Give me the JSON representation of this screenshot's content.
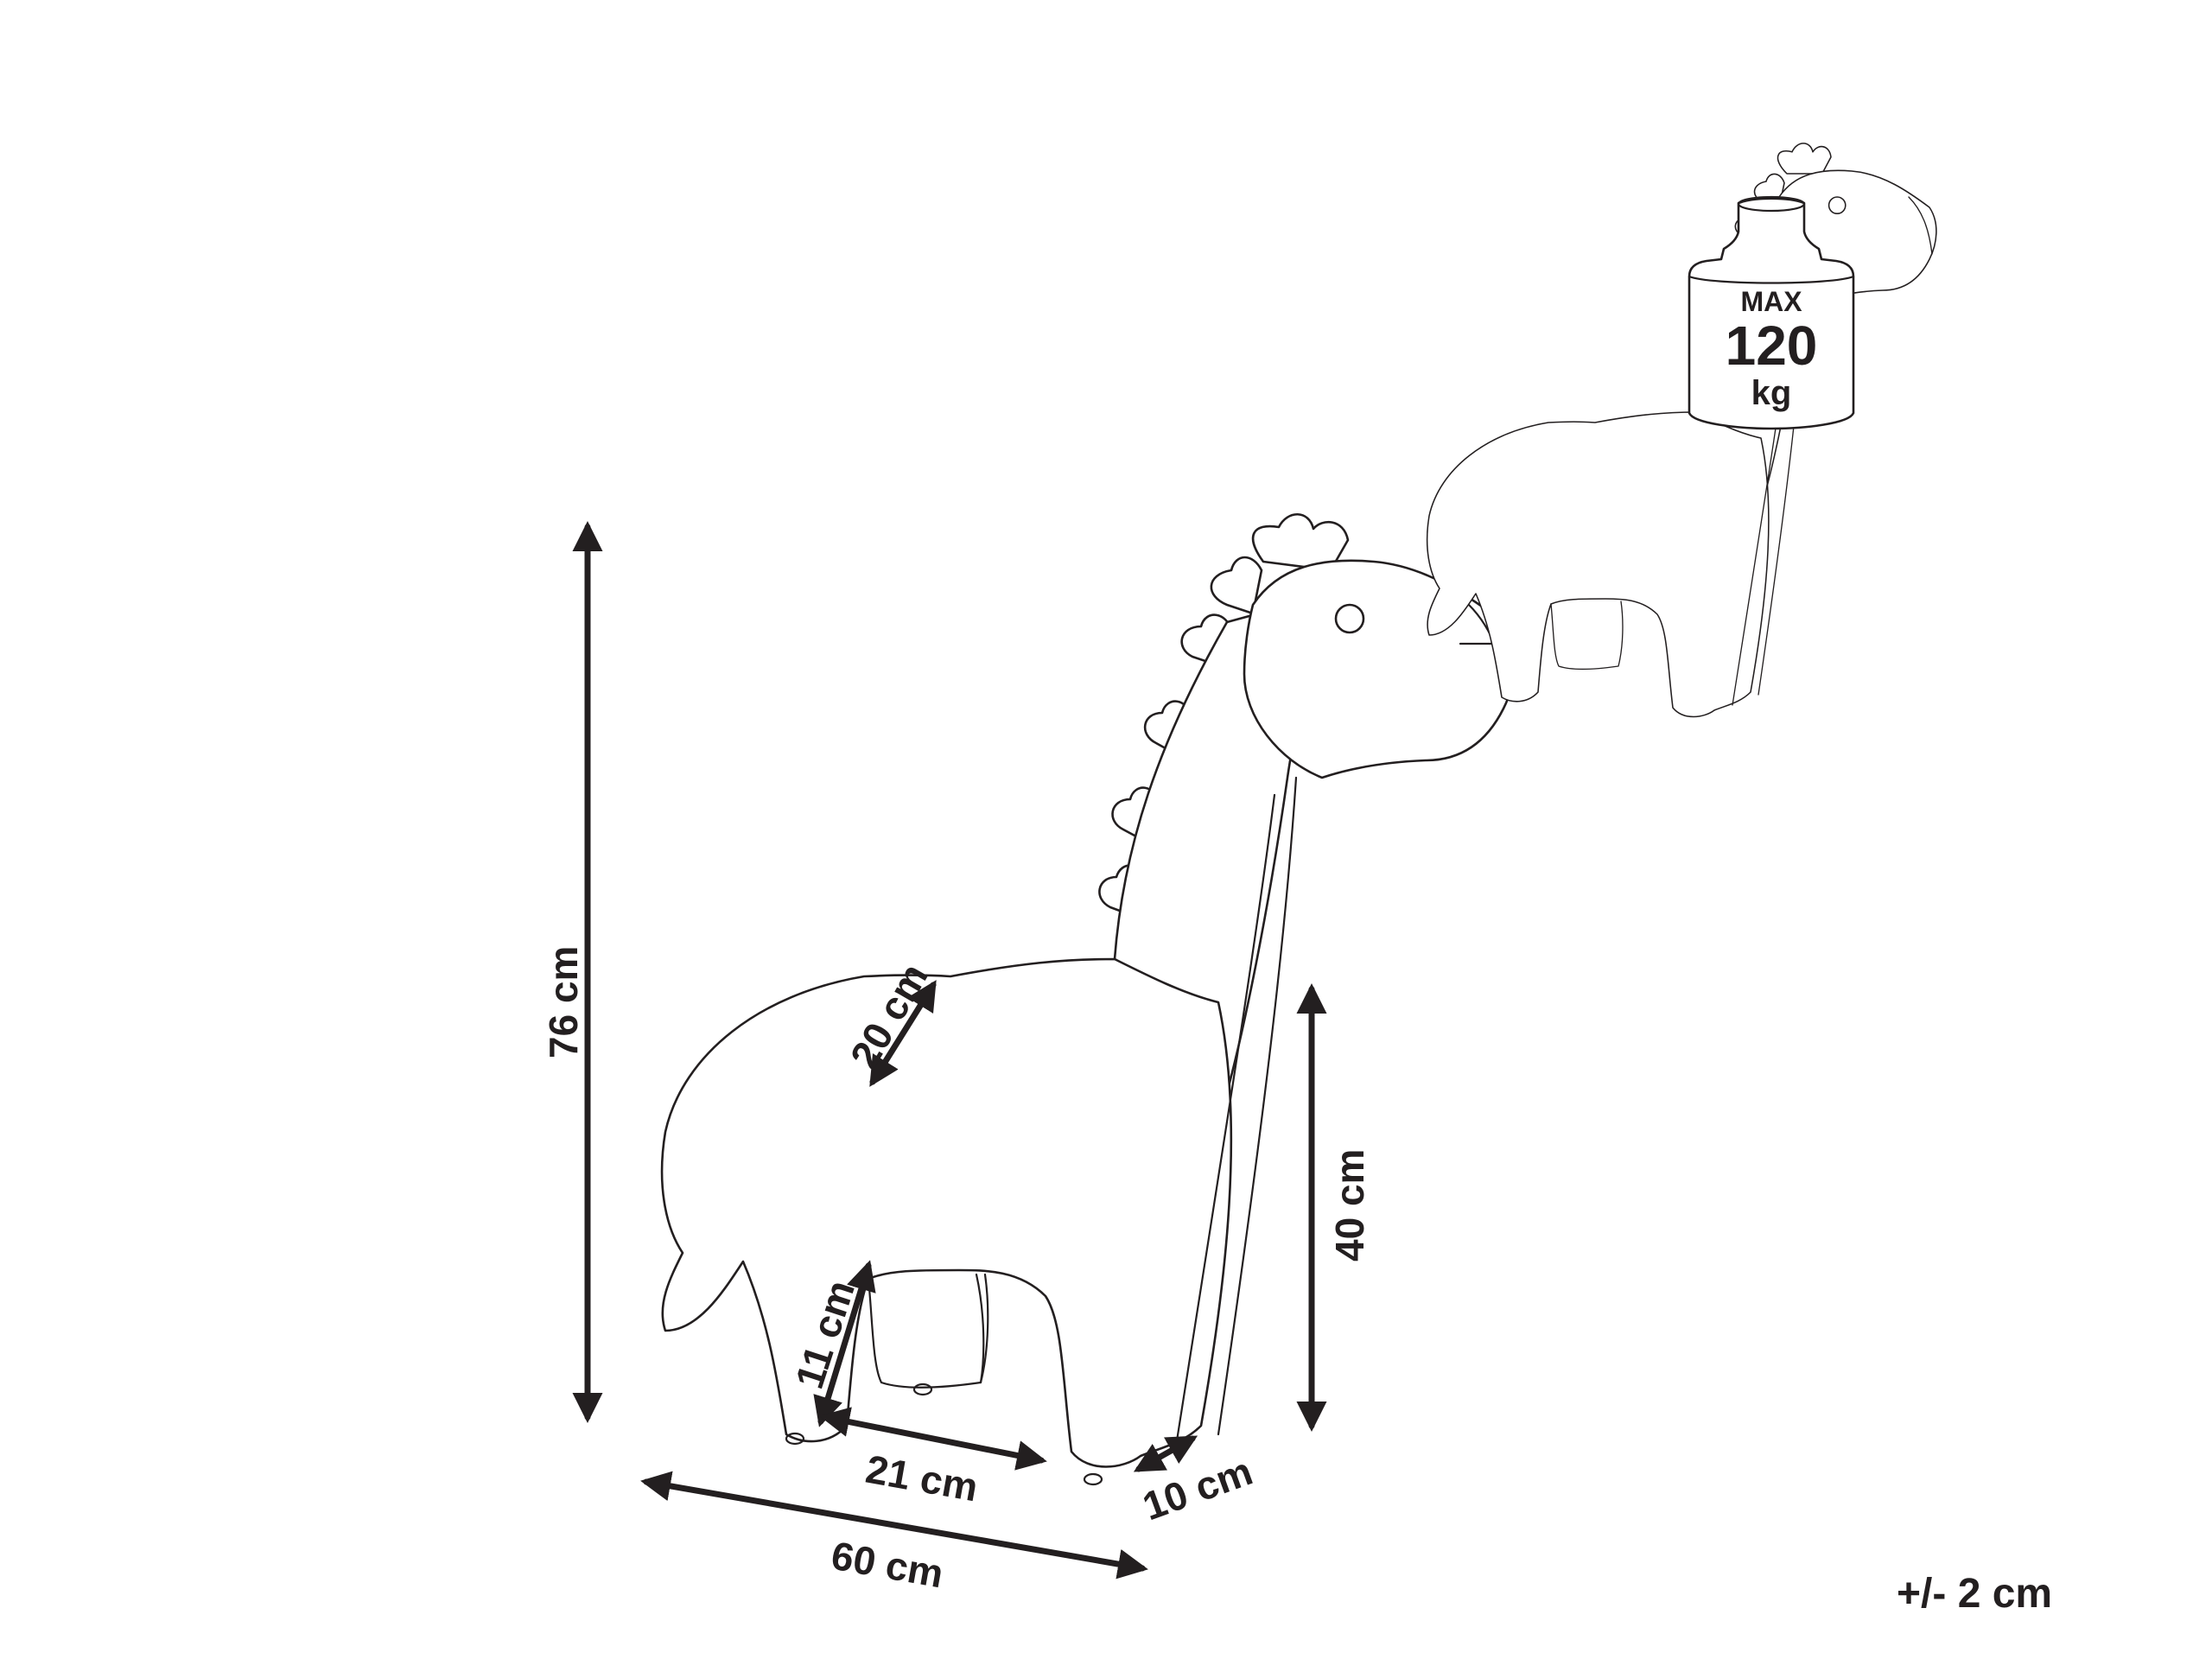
{
  "dimensions": {
    "height_total": "76 cm",
    "length_total": "60 cm",
    "seat_height": "40 cm",
    "seat_width": "20 cm",
    "leg_clearance": "11 cm",
    "leg_gap": "21 cm",
    "leg_depth": "10 cm"
  },
  "weight_badge": {
    "line1": "MAX",
    "line2": "120",
    "line3": "kg"
  },
  "tolerance": "+/- 2 cm"
}
